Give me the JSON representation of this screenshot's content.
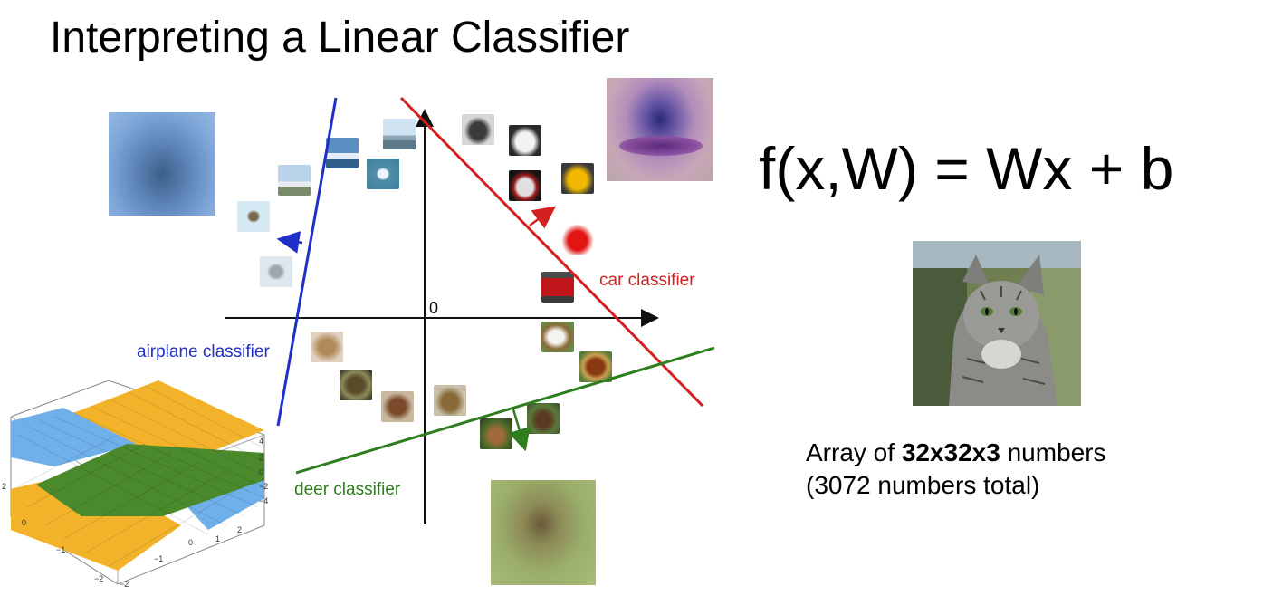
{
  "slide": {
    "title": "Interpreting a Linear Classifier",
    "formula": "f(x,W) = Wx + b",
    "caption_prefix": "Array of ",
    "caption_bold": "32x32x3",
    "caption_suffix": " numbers",
    "caption_line2": "(3072 numbers total)"
  },
  "plot": {
    "origin_label": "0",
    "classifiers": [
      {
        "label": "car classifier",
        "color": "#d42020"
      },
      {
        "label": "airplane classifier",
        "color": "#1f2fc8"
      },
      {
        "label": "deer classifier",
        "color": "#2e7d1e"
      }
    ]
  },
  "surface_plot": {
    "x_ticks": [
      "2",
      "0",
      "−1",
      "−2"
    ],
    "y_ticks": [
      "2",
      "1",
      "0",
      "−1",
      "−2"
    ],
    "z_ticks": [
      "4",
      "2",
      "0",
      "−2",
      "−4"
    ],
    "colors": {
      "orange": "#f2b32a",
      "blue": "#6fb0ea",
      "green": "#4a8a2c"
    }
  }
}
